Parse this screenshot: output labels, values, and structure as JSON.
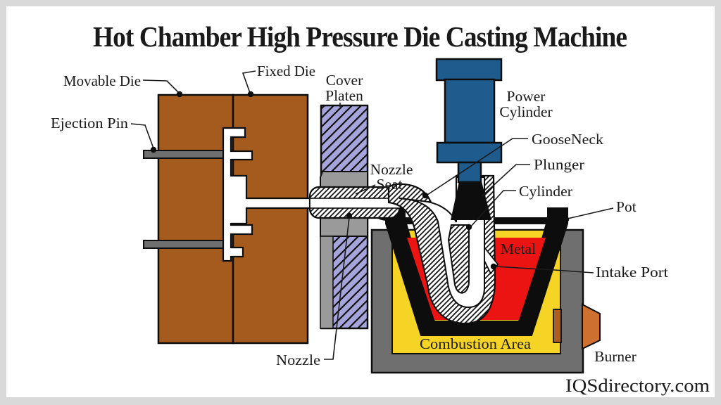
{
  "title": "Hot Chamber High Pressure Die Casting Machine",
  "watermark": "IQSdirectory.com",
  "labels": {
    "movable_die": "Movable Die",
    "fixed_die": "Fixed Die",
    "cover_platen": [
      "Cover",
      "Platen"
    ],
    "ejection_pin": "Ejection Pin",
    "nozzle_seat": [
      "Nozzle",
      "Seat"
    ],
    "power_cylinder": [
      "Power",
      "Cylinder"
    ],
    "gooseneck": "GooseNeck",
    "plunger": "Plunger",
    "cylinder": "Cylinder",
    "pot": "Pot",
    "metal": "Metal",
    "intake_port": "Intake Port",
    "nozzle": "Nozzle",
    "combustion_area": "Combustion Area",
    "burner": "Burner"
  },
  "colors": {
    "frame_gray": "#d9d9d9",
    "canvas_white": "#ffffff",
    "die_brown": "#a55b1d",
    "pin_gray": "#6f6f6f",
    "platen_purple": "#a5a4db",
    "seat_gray": "#9a9a9a",
    "power_cylinder_blue": "#1f5b8c",
    "plunger_black": "#0d0d0d",
    "furnace_gray": "#6f6f6f",
    "combustion_yellow": "#f5d426",
    "pot_black": "#0d0d0d",
    "metal_red": "#ec1313",
    "burner_orange": "#cd7030",
    "burner_dark_orange": "#af5e22",
    "text": "#1a1a1a"
  }
}
